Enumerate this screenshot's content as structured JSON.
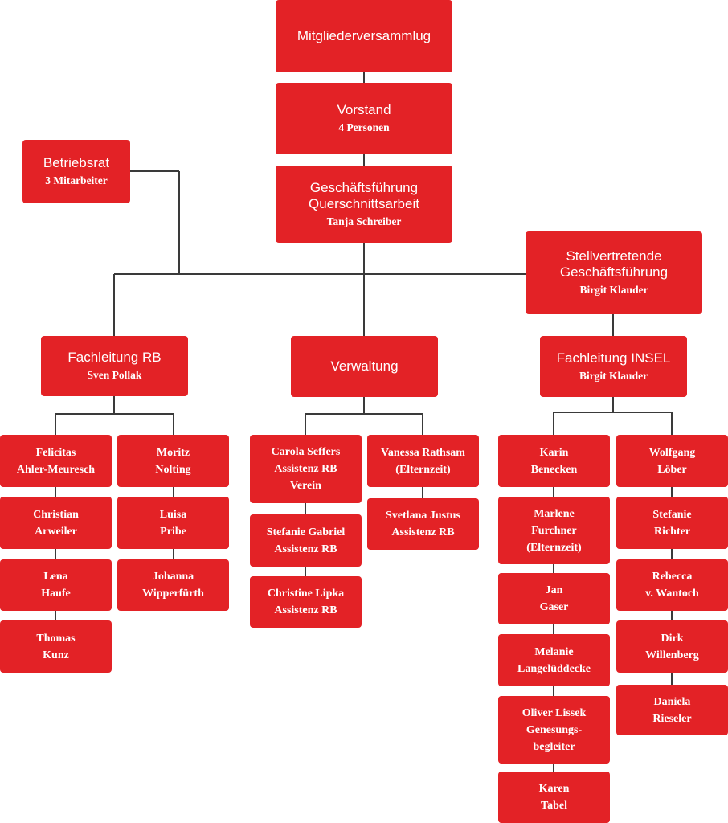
{
  "org": {
    "mitglieder": {
      "title": "Mitgliederversammlug"
    },
    "vorstand": {
      "title": "Vorstand",
      "sub": "4 Personen"
    },
    "betriebsrat": {
      "title": "Betriebsrat",
      "sub": "3 Mitarbeiter"
    },
    "gf": {
      "title": "Geschäftsführung\nQuerschnittsarbeit",
      "sub": "Tanja Schreiber"
    },
    "stv": {
      "title": "Stellvertretende\nGeschäftsführung",
      "sub": "Birgit Klauder"
    },
    "fl_rb": {
      "title": "Fachleitung RB",
      "sub": "Sven Pollak"
    },
    "verwaltung": {
      "title": "Verwaltung"
    },
    "fl_insel": {
      "title": "Fachleitung INSEL",
      "sub": "Birgit Klauder"
    },
    "rb_left": [
      "Felicitas\nAhler-Meuresch",
      "Christian\nArweiler",
      "Lena\nHaufe",
      "Thomas\nKunz"
    ],
    "rb_right": [
      "Moritz\nNolting",
      "Luisa\nPribe",
      "Johanna\nWipperfürth"
    ],
    "verw_left": [
      "Carola Seffers\nAssistenz RB\nVerein",
      "Stefanie Gabriel\nAssistenz RB",
      "Christine Lipka\nAssistenz RB"
    ],
    "verw_right": [
      "Vanessa Rathsam\n(Elternzeit)",
      "Svetlana Justus\nAssistenz RB"
    ],
    "insel_left": [
      "Karin\nBenecken",
      "Marlene\nFurchner\n(Elternzeit)",
      "Jan\nGaser",
      "Melanie\nLangelüddecke",
      "Oliver Lissek\nGenesungs-\nbegleiter",
      "Karen\nTabel"
    ],
    "insel_right": [
      "Wolfgang\nLöber",
      "Stefanie\nRichter",
      "Rebecca\nv. Wantoch",
      "Dirk\nWillenberg",
      "Daniela\nRieseler"
    ]
  }
}
